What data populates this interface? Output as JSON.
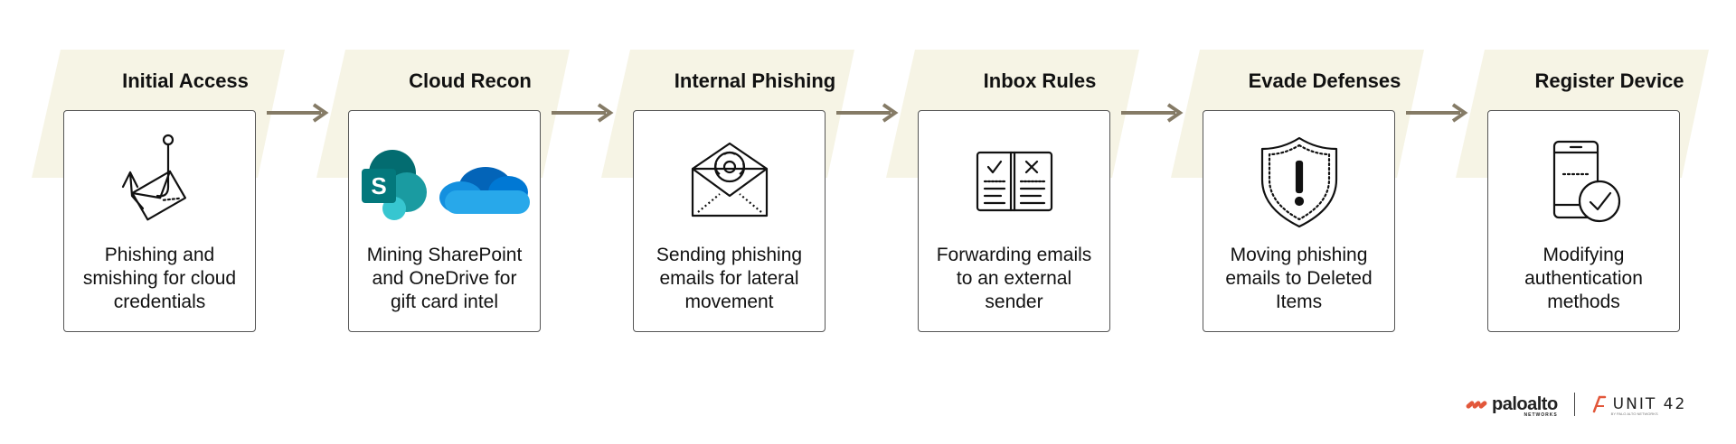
{
  "colors": {
    "band": "#f6f4e5",
    "arrow": "#857b66",
    "box_border": "#555555",
    "brand_orange": "#e2573a"
  },
  "stages": [
    {
      "title": "Initial Access",
      "description": [
        "Phishing and",
        "smishing for cloud",
        "credentials"
      ],
      "icon": "phishing-hook-envelope-icon"
    },
    {
      "title": "Cloud Recon",
      "description": [
        "Mining SharePoint",
        "and OneDrive for",
        "gift card intel"
      ],
      "icon": "sharepoint-onedrive-icon"
    },
    {
      "title": "Internal Phishing",
      "description": [
        "Sending phishing",
        "emails for lateral",
        "movement"
      ],
      "icon": "biohazard-envelope-icon"
    },
    {
      "title": "Inbox Rules",
      "description": [
        "Forwarding emails",
        "to an external",
        "sender"
      ],
      "icon": "rules-book-icon"
    },
    {
      "title": "Evade Defenses",
      "description": [
        "Moving phishing",
        "emails to Deleted",
        "Items"
      ],
      "icon": "shield-warning-icon"
    },
    {
      "title": "Register Device",
      "description": [
        "Modifying",
        "authentication",
        "methods"
      ],
      "icon": "phone-check-icon"
    }
  ],
  "footer": {
    "brand_primary": "paloalto",
    "brand_primary_sub": "NETWORKS",
    "brand_secondary": "UNIT 42",
    "brand_secondary_sub": "BY PALO ALTO NETWORKS"
  }
}
